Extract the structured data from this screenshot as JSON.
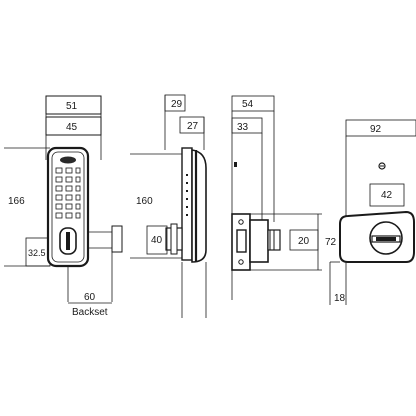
{
  "views": {
    "front": {
      "width_outer": "51",
      "width_inner": "45",
      "height": "166",
      "backset_offset": "32.5",
      "backset_value": "60",
      "backset_label": "Backset"
    },
    "side": {
      "depth_outer": "29",
      "depth_inner": "27",
      "height": "160",
      "knob_height": "40"
    },
    "bolt": {
      "length": "54",
      "case_depth": "33",
      "bolt_throw": "20",
      "plate_height": "72"
    },
    "strike": {
      "width": "92",
      "knob_width": "42",
      "edge_offset": "18"
    }
  }
}
